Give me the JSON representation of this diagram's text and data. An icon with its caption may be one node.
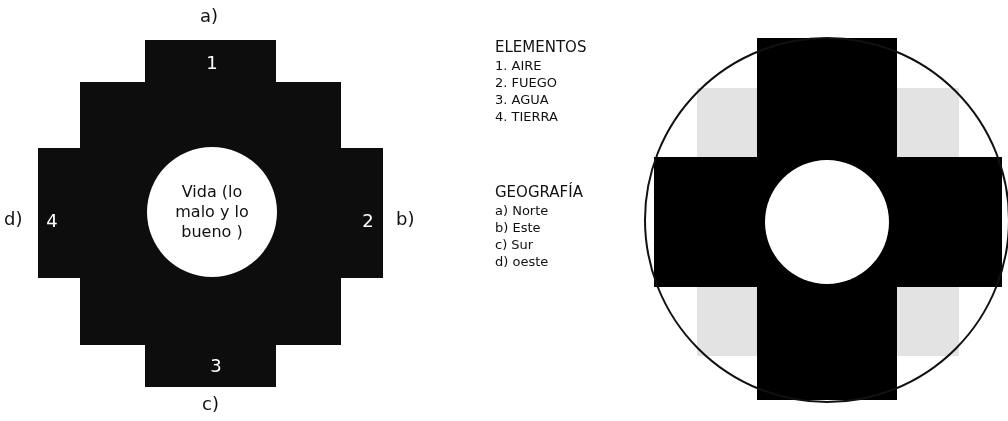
{
  "diagram": {
    "nodes": [
      {
        "text": [
          "1",
          "4",
          "2",
          "3"
        ]
      },
      {
        "text": [
          "Vida (lo malo y lo bueno )"
        ],
        "in": 0
      }
    ],
    "edges": [],
    "labels": [
      "a)",
      "ELEMENTOS",
      "1. AIRE",
      "2. FUEGO",
      "3. AGUA",
      "4. TIERRA",
      "GEOGRAFÍA",
      "a) Norte",
      "d)",
      "b)",
      "b) Este",
      "c) Sur",
      "d) oeste",
      "c)"
    ]
  }
}
